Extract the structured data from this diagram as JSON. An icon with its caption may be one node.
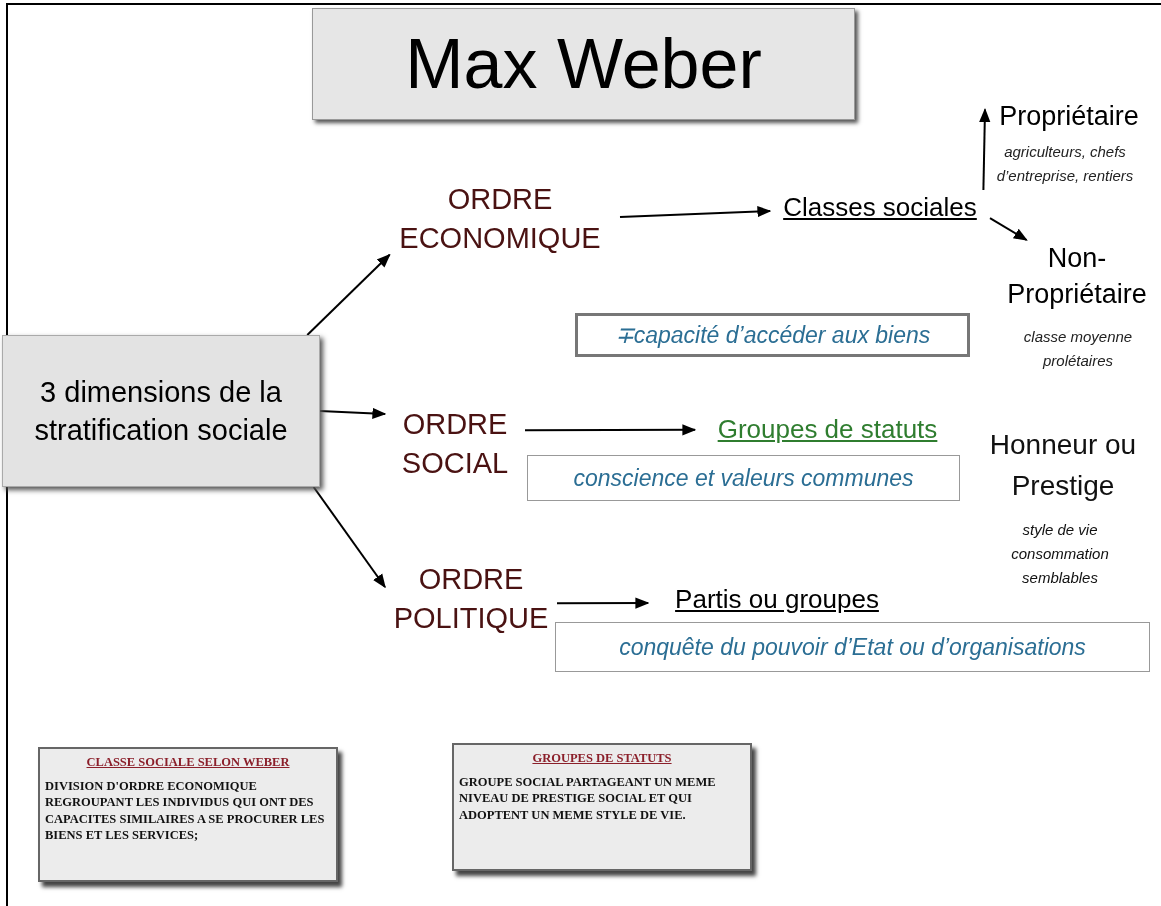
{
  "diagram": {
    "title": "Max Weber",
    "nodes": [
      {
        "text": [
          "3 dimensions de la stratification sociale"
        ]
      },
      {
        "text": [
          "ORDRE ECONOMIQUE"
        ]
      },
      {
        "text": [
          "ORDRE SOCIAL"
        ]
      },
      {
        "text": [
          "ORDRE POLITIQUE"
        ]
      },
      {
        "text": [
          "Classes sociales"
        ]
      },
      {
        "text": [
          "∓capacité d’accéder aux biens"
        ]
      },
      {
        "text": [
          "Propriétaire"
        ],
        "beside": [
          "agriculteurs, chefs d’entreprise, rentiers"
        ]
      },
      {
        "text": [
          "Non-Propriétaire"
        ],
        "beside": [
          "classe moyenne prolétaires"
        ]
      },
      {
        "text": [
          "Groupes de statuts"
        ]
      },
      {
        "text": [
          "conscience et valeurs communes"
        ]
      },
      {
        "text": [
          "Partis ou groupes"
        ]
      },
      {
        "text": [
          "conquête du pouvoir d’Etat ou d’organisations"
        ]
      },
      {
        "text": [
          "CLASSE SOCIALE SELON WEBER",
          "DIVISION D'ORDRE ECONOMIQUE REGROUPANT LES INDIVIDUS QUI ONT DES CAPACITES SIMILAIRES A SE PROCURER LES BIENS ET LES SERVICES;"
        ]
      },
      {
        "text": [
          "GROUPES DE STATUTS",
          "GROUPE SOCIAL PARTAGEANT UN MEME NIVEAU DE PRESTIGE SOCIAL ET QUI ADOPTENT UN MEME STYLE DE VIE."
        ]
      }
    ],
    "edges": [
      {
        "from": 0,
        "to": 1,
        "arrow": "to"
      },
      {
        "from": 0,
        "to": 2,
        "arrow": "to"
      },
      {
        "from": 0,
        "to": 3,
        "arrow": "to"
      },
      {
        "from": 1,
        "to": 4,
        "arrow": "to"
      },
      {
        "from": 4,
        "to": 6,
        "arrow": "to"
      },
      {
        "from": 4,
        "to": 7,
        "arrow": "to"
      },
      {
        "from": 2,
        "to": 8,
        "arrow": "to"
      },
      {
        "from": 3,
        "to": 10,
        "arrow": "to"
      }
    ],
    "labels": [
      "Honneur ou Prestige",
      "style de vie consommation semblables"
    ]
  }
}
